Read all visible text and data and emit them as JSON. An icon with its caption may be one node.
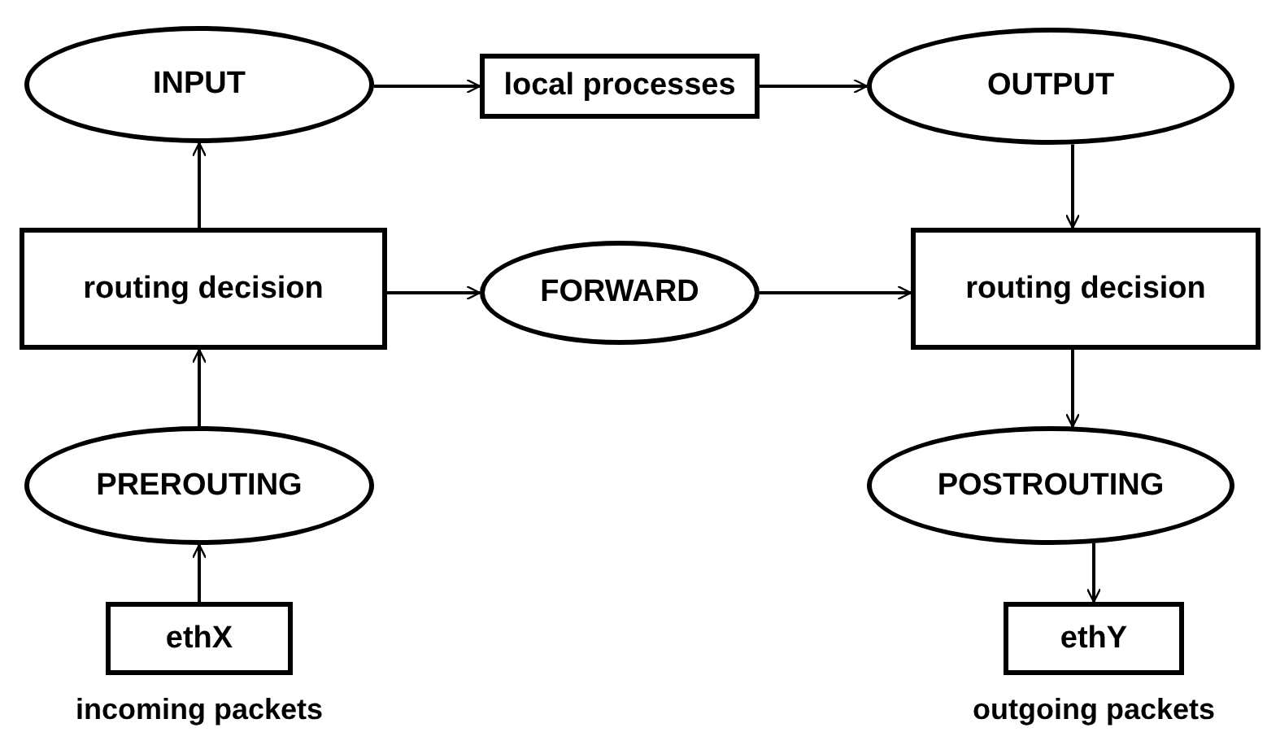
{
  "diagram": {
    "nodes": [
      {
        "text": [
          "INPUT"
        ]
      },
      {
        "text": [
          "local processes"
        ]
      },
      {
        "text": [
          "OUTPUT"
        ]
      },
      {
        "text": [
          "routing decision"
        ]
      },
      {
        "text": [
          "FORWARD"
        ]
      },
      {
        "text": [
          "routing decision"
        ]
      },
      {
        "text": [
          "PREROUTING"
        ]
      },
      {
        "text": [
          "POSTROUTING"
        ]
      },
      {
        "text": [
          "ethX"
        ],
        "beside": [
          "incoming packets"
        ]
      },
      {
        "text": [
          "ethY"
        ],
        "beside": [
          "outgoing packets"
        ]
      }
    ],
    "edges": [
      {
        "from": 8,
        "to": 6,
        "arrow": "to"
      },
      {
        "from": 6,
        "to": 3,
        "arrow": "to"
      },
      {
        "from": 3,
        "to": 0,
        "arrow": "to"
      },
      {
        "from": 0,
        "to": 1,
        "arrow": "to"
      },
      {
        "from": 1,
        "to": 2,
        "arrow": "to"
      },
      {
        "from": 2,
        "to": 5,
        "arrow": "to"
      },
      {
        "from": 3,
        "to": 4,
        "arrow": "to"
      },
      {
        "from": 4,
        "to": 5,
        "arrow": "to"
      },
      {
        "from": 5,
        "to": 7,
        "arrow": "to"
      },
      {
        "from": 7,
        "to": 9,
        "arrow": "to"
      }
    ]
  }
}
